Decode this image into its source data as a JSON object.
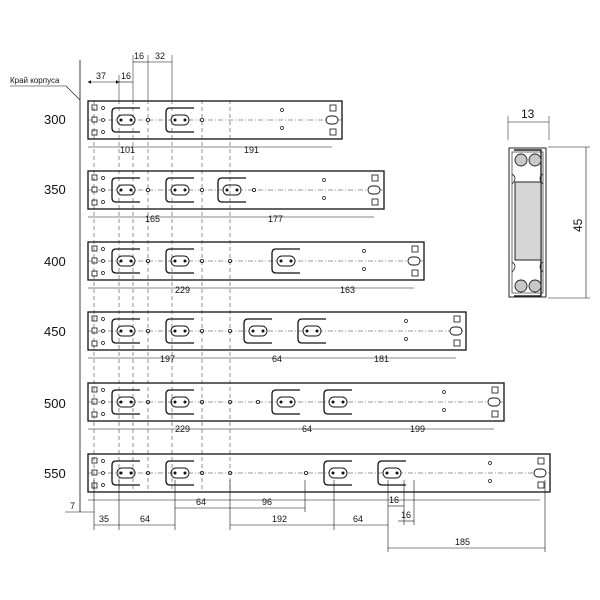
{
  "edge_label": "Край корпуса",
  "profile": {
    "width": "13",
    "height": "45"
  },
  "rows": [
    {
      "length": "300",
      "dims": [
        "101",
        "191"
      ]
    },
    {
      "length": "350",
      "dims": [
        "165",
        "177"
      ]
    },
    {
      "length": "400",
      "dims": [
        "229",
        "163"
      ]
    },
    {
      "length": "450",
      "dims": [
        "197",
        "64",
        "181"
      ]
    },
    {
      "length": "500",
      "dims": [
        "229",
        "64",
        "199"
      ]
    },
    {
      "length": "550",
      "dims": []
    }
  ],
  "top_dims": [
    "37",
    "16",
    "16",
    "32"
  ],
  "bottom_dims": [
    "7",
    "35",
    "64",
    "64",
    "96",
    "192",
    "64",
    "16",
    "16",
    "185"
  ]
}
